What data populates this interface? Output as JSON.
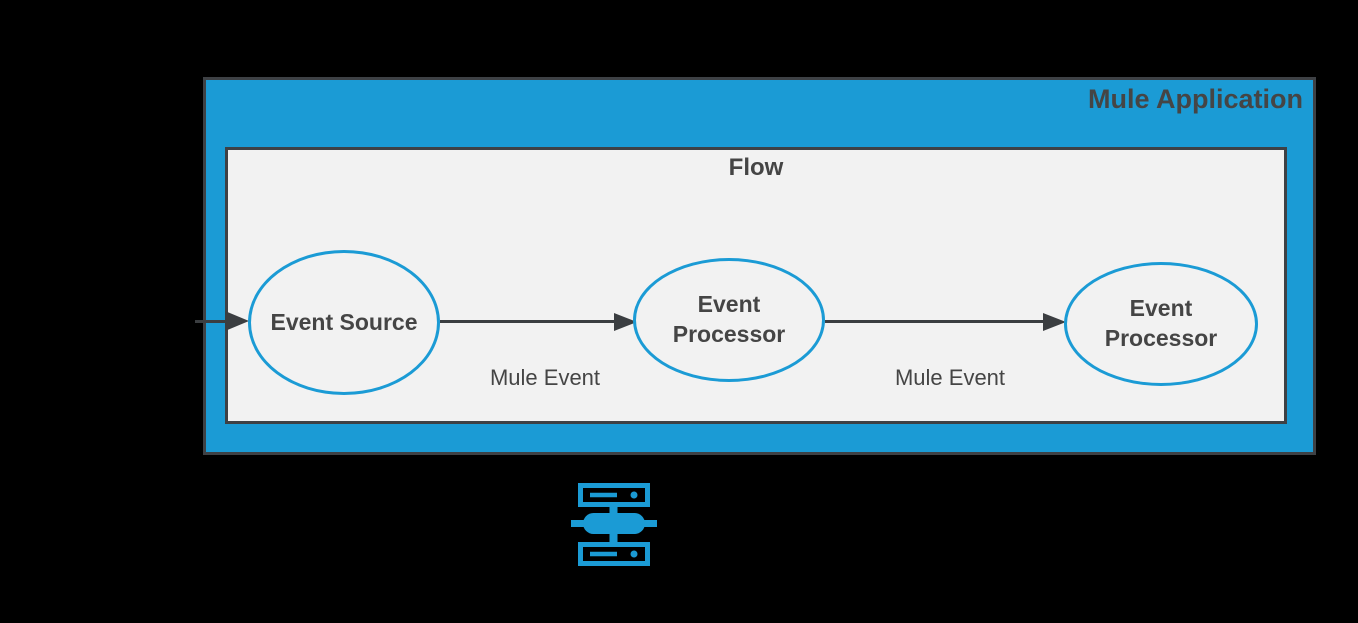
{
  "diagram": {
    "title": "Mule Application",
    "flow": {
      "label": "Flow"
    },
    "nodes": [
      {
        "id": "event-source",
        "label": "Event Source"
      },
      {
        "id": "event-processor-1",
        "label": "Event Processor"
      },
      {
        "id": "event-processor-2",
        "label": "Event Processor"
      }
    ],
    "edges": [
      {
        "from": "event-source",
        "to": "event-processor-1",
        "label": "Mule Event"
      },
      {
        "from": "event-processor-1",
        "to": "event-processor-2",
        "label": "Mule Event"
      }
    ],
    "icons": [
      {
        "name": "mule-runtime-icon"
      },
      {
        "name": "arrowhead-icon"
      }
    ],
    "colors": {
      "background": "#000000",
      "accent_blue": "#1B9BD5",
      "panel_gray": "#F2F2F2",
      "border_dark": "#3E4145",
      "arrow_dark": "#3B3E41",
      "text_dark": "#454545"
    }
  }
}
